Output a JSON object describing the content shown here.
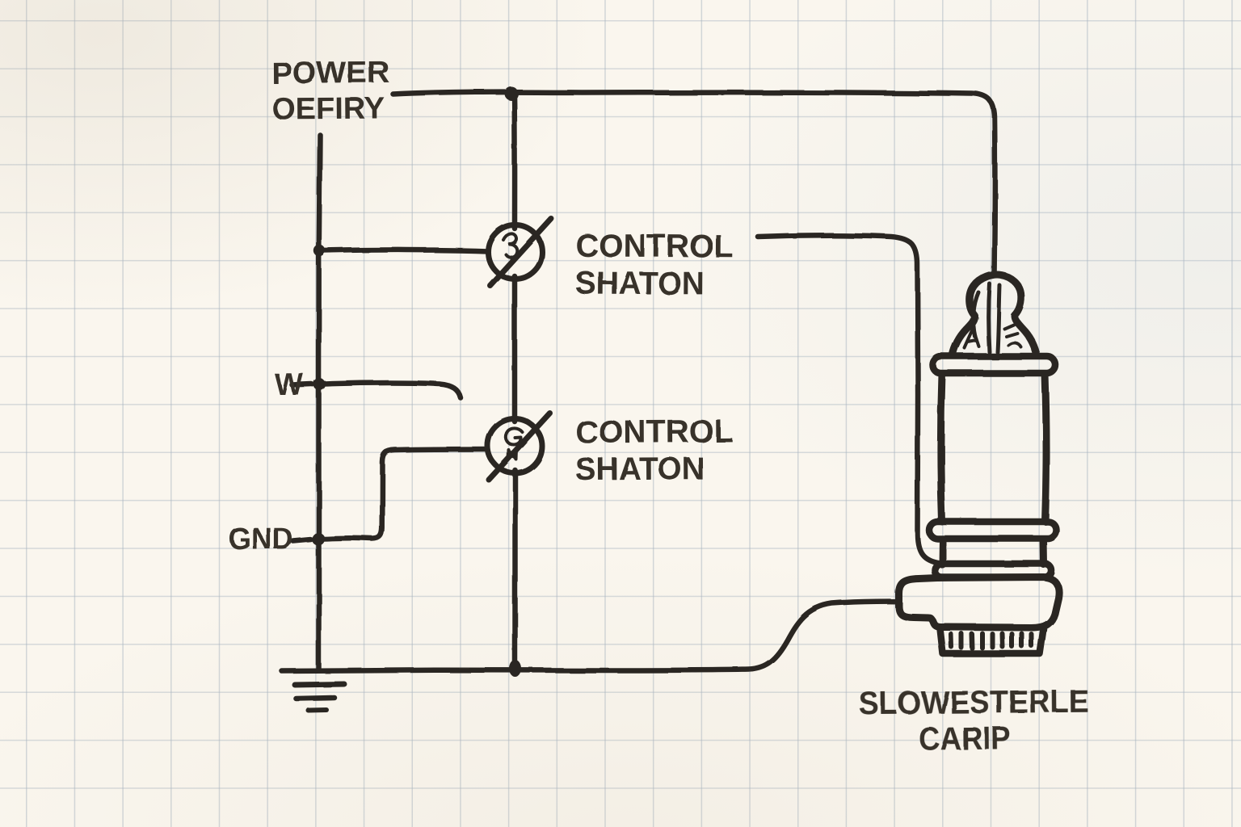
{
  "scene": {
    "kind": "hand-drawn electrical wiring schematic",
    "paper": "cream engineering graph paper"
  },
  "labels": {
    "power": {
      "line1": "POWER",
      "line2": "OEFIRY"
    },
    "switch1": {
      "line1": "CONTROL",
      "line2": "SHATON"
    },
    "switch2": {
      "line1": "CONTROL",
      "line2": "SHATON"
    },
    "terminal_w": "W",
    "terminal_gnd": "GND",
    "pump": {
      "line1": "SLOWESTERLE",
      "line2": "CARIP"
    }
  },
  "icons": {
    "control_switch": "circle-with-diagonal-slash",
    "ground": "three-bar-earth-ground",
    "pump": "submersible-pump-sketch",
    "junction": "solder-dot"
  },
  "components": [
    {
      "id": "power-feed",
      "label": "POWER OEFIRY",
      "type": "supply terminal"
    },
    {
      "id": "control-switch-1",
      "label": "CONTROL SHATON",
      "type": "switch symbol"
    },
    {
      "id": "control-switch-2",
      "label": "CONTROL SHATON",
      "type": "switch symbol"
    },
    {
      "id": "terminal-w",
      "label": "W",
      "type": "wire terminal"
    },
    {
      "id": "terminal-gnd",
      "label": "GND",
      "type": "ground terminal"
    },
    {
      "id": "earth-ground",
      "label": "",
      "type": "ground symbol"
    },
    {
      "id": "pump",
      "label": "SLOWESTERLE CARIP",
      "type": "submersible pump"
    }
  ],
  "colors": {
    "paper": "#faf6ee",
    "grid": "#ccd4da",
    "ink": "#2c2823"
  }
}
